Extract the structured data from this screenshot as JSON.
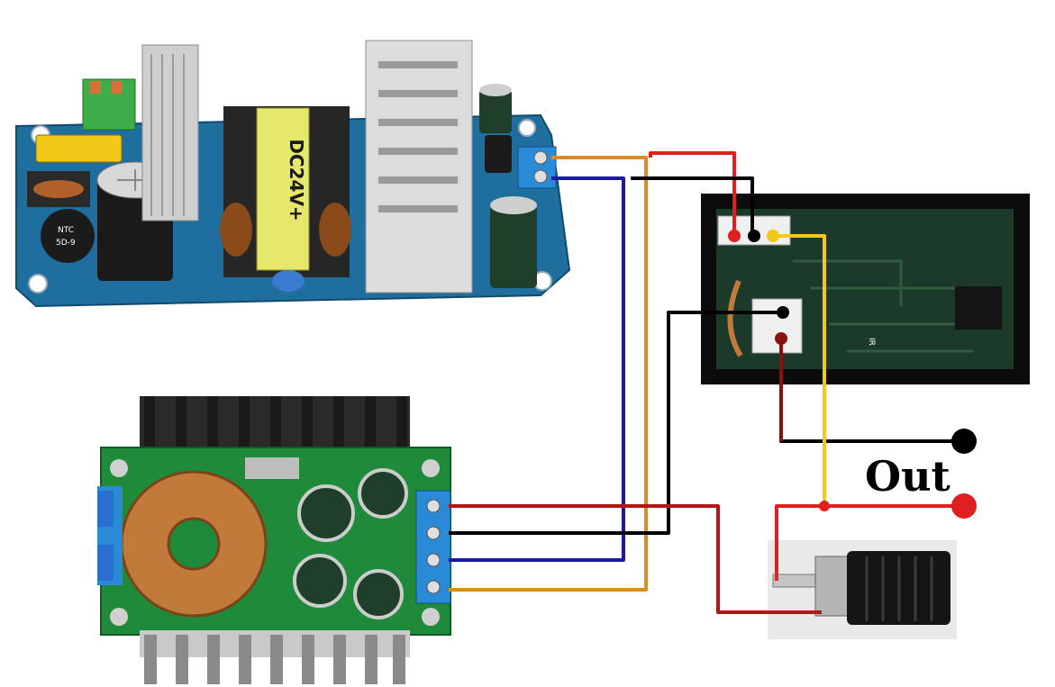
{
  "labels": {
    "output": "Out",
    "transformer_marking": "DC24V+",
    "ntc_marking_1": "NTC",
    "ntc_marking_2": "5D-9",
    "ir_marking": "IR"
  },
  "colors": {
    "psu_board": "#1f6f9e",
    "buck_board": "#1f8a3a",
    "meter_board": "#1c3a2a",
    "heatsink": "#c9c9c9",
    "heatsink_dark": "#2a2a2a",
    "terminal_blue": "#2a8ad6",
    "wire_red": "#e02020",
    "wire_darkred": "#8b1010",
    "wire_black": "#000000",
    "wire_blue": "#1a1aa0",
    "wire_orange": "#d98a2a",
    "wire_yellow": "#f2c81a"
  },
  "icons": {
    "power_supply": "ac-dc-power-supply-module",
    "buck_converter": "dc-dc-buck-converter-module",
    "meter": "digital-volt-amp-meter-module",
    "fuse_holder": "panel-fuse-holder",
    "output_negative": "black-terminal-dot",
    "output_positive": "red-terminal-dot"
  }
}
